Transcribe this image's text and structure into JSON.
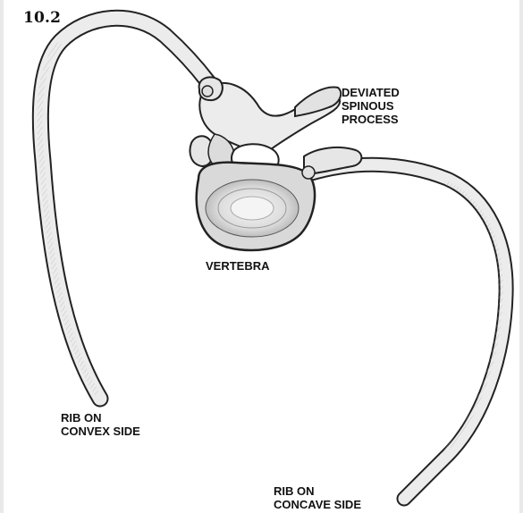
{
  "figure": {
    "number": "10.2"
  },
  "labels": {
    "spinous": [
      "DEVIATED",
      "SPINOUS",
      "PROCESS"
    ],
    "vertebra": "VERTEBRA",
    "rib_convex": [
      "RIB ON",
      "CONVEX SIDE"
    ],
    "rib_concave": [
      "RIB ON",
      "CONCAVE SIDE"
    ]
  },
  "colors": {
    "ink": "#111111",
    "bone_fill": "#ececec",
    "bone_shadow": "#bdbdbd",
    "frame": "#e9e9e9"
  }
}
